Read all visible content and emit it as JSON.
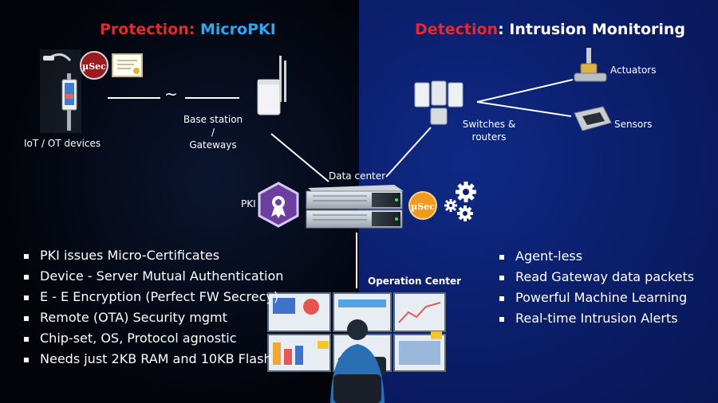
{
  "left_title": {
    "prefix": "Protection",
    "separator": ": ",
    "suffix": "MicroPKI"
  },
  "right_title": {
    "prefix": "Detection",
    "separator": ": ",
    "suffix": "Intrusion Monitoring"
  },
  "labels": {
    "iot_devices": "IoT / OT devices",
    "tilde": "~",
    "base_station_line1": "Base station /",
    "base_station_line2": "Gateways",
    "data_center": "Data center",
    "pki": "PKI",
    "switches_line1": "Switches &",
    "switches_line2": "routers",
    "actuators": "Actuators",
    "sensors": "Sensors",
    "operation_center": "Operation Center",
    "usec_badge": "µSec"
  },
  "left_bullets": [
    "PKI issues Micro-Certificates",
    "Device - Server Mutual Authentication",
    "E - E Encryption (Perfect FW Secrecy)",
    "Remote (OTA) Security mgmt",
    "Chip-set, OS, Protocol agnostic",
    "Needs just 2KB RAM and 10KB Flash"
  ],
  "right_bullets": [
    "Agent-less",
    "Read Gateway data packets",
    "Powerful Machine Learning",
    "Real-time Intrusion Alerts"
  ],
  "colors": {
    "red": "#e8282b",
    "blue": "#2fa6ee",
    "badge": "#9b1b1f",
    "pki": "#6a3fa0",
    "orange": "#f29a1f"
  },
  "icons": [
    "street-light-icon",
    "usec-badge-icon",
    "certificate-icon",
    "antenna-gateway-icon",
    "server-rack-icon",
    "pki-hexagon-icon",
    "gear-icon",
    "switch-router-icon",
    "actuator-icon",
    "sensor-icon",
    "operator-monitors-icon"
  ]
}
